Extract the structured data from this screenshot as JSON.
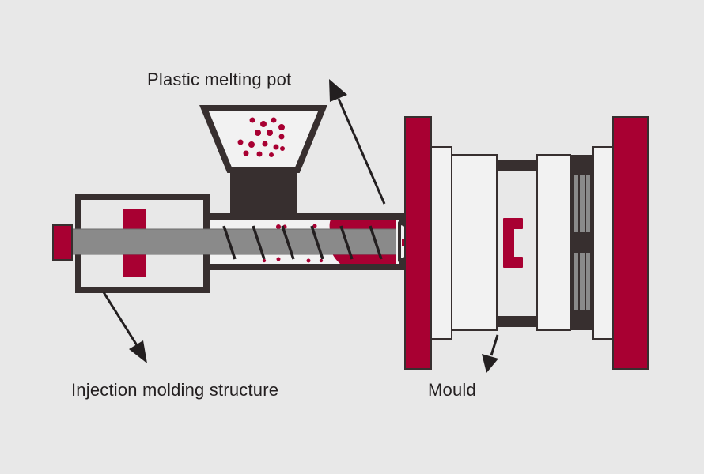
{
  "labels": {
    "melting_pot": "Plastic melting pot",
    "injection_structure": "Injection molding structure",
    "mould": "Mould"
  },
  "colors": {
    "background": "#e8e8e8",
    "dark": "#372f2f",
    "crimson": "#a80032",
    "steel": "#8a8a8a",
    "light": "#f2f2f2",
    "text": "#231f20"
  }
}
